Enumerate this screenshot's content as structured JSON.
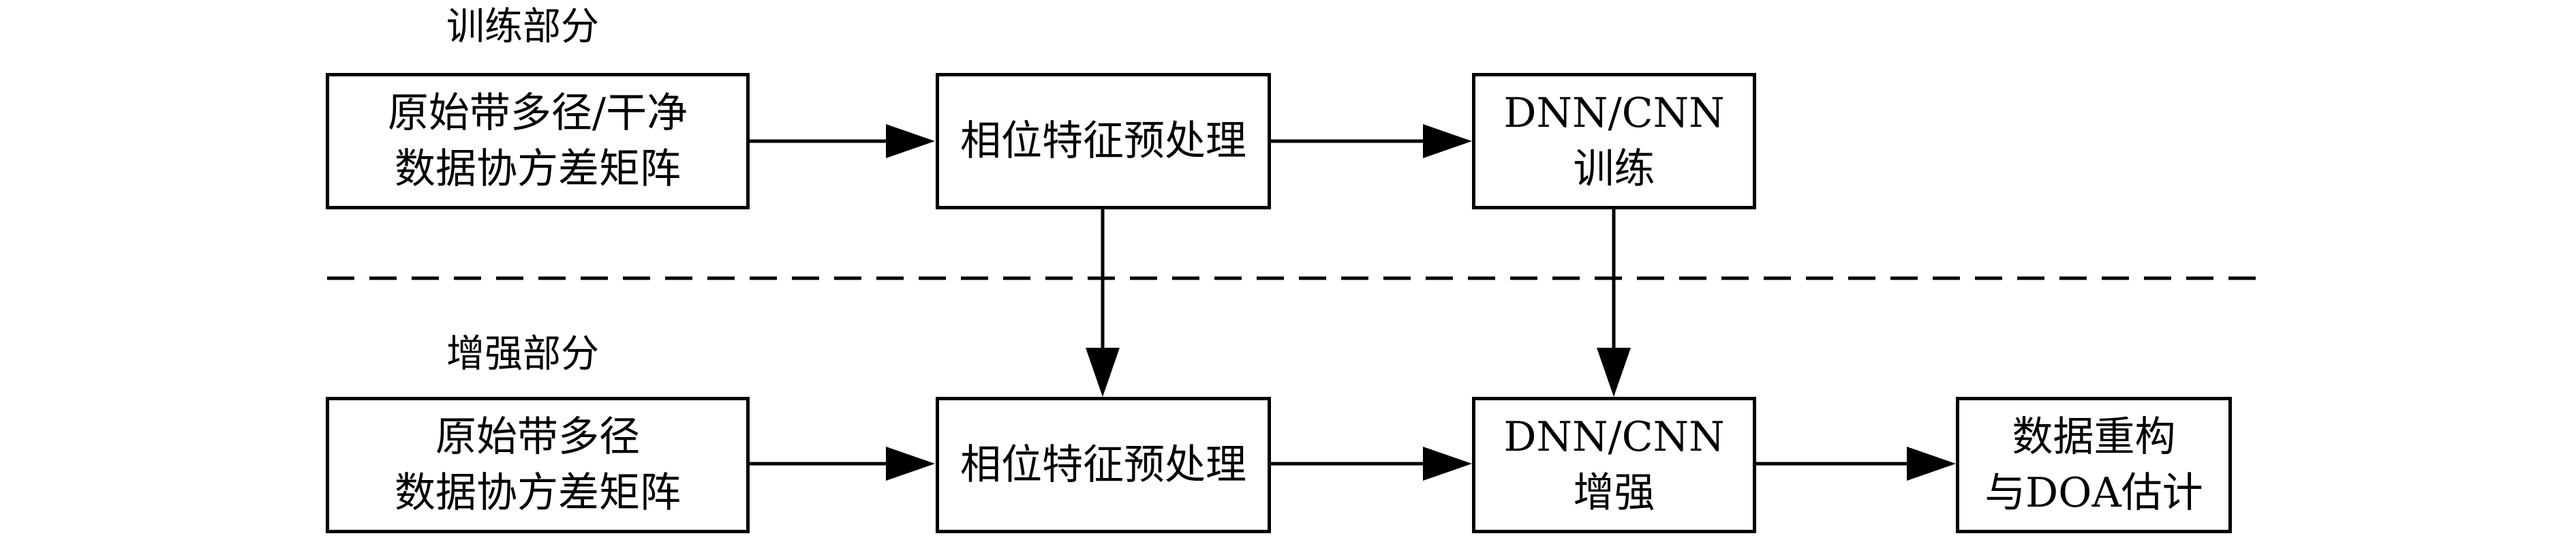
{
  "sections": {
    "training_title": "训练部分",
    "enhance_title": "增强部分"
  },
  "training": {
    "input_box": {
      "line1": "原始带多径/干净",
      "line2": "数据协方差矩阵"
    },
    "preprocess_box": {
      "line1": "相位特征预处理"
    },
    "network_box": {
      "line1": "DNN/CNN",
      "line2": "训练"
    }
  },
  "enhance": {
    "input_box": {
      "line1": "原始带多径",
      "line2": "数据协方差矩阵"
    },
    "preprocess_box": {
      "line1": "相位特征预处理"
    },
    "network_box": {
      "line1": "DNN/CNN",
      "line2": "增强"
    },
    "output_box": {
      "line1": "数据重构",
      "line2": "与DOA估计"
    }
  },
  "colors": {
    "stroke": "#000000",
    "background": "#ffffff"
  }
}
